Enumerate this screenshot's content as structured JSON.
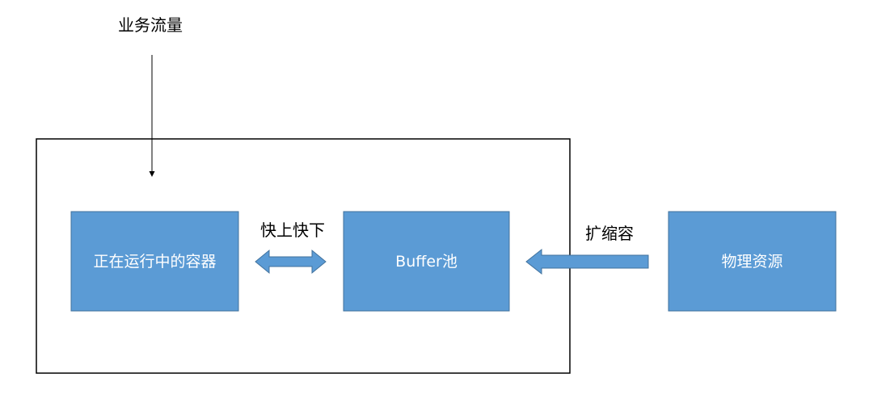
{
  "diagram": {
    "traffic_label": "业务流量",
    "container_label": "正在运行中的容器",
    "fast_label": "快上快下",
    "buffer_label": "Buffer池",
    "scale_label": "扩缩容",
    "resources_label": "物理资源"
  },
  "colors": {
    "box_fill": "#5B9BD5",
    "box_border": "#41719C",
    "frame_stroke": "#000000",
    "text_on_box": "#ffffff"
  }
}
